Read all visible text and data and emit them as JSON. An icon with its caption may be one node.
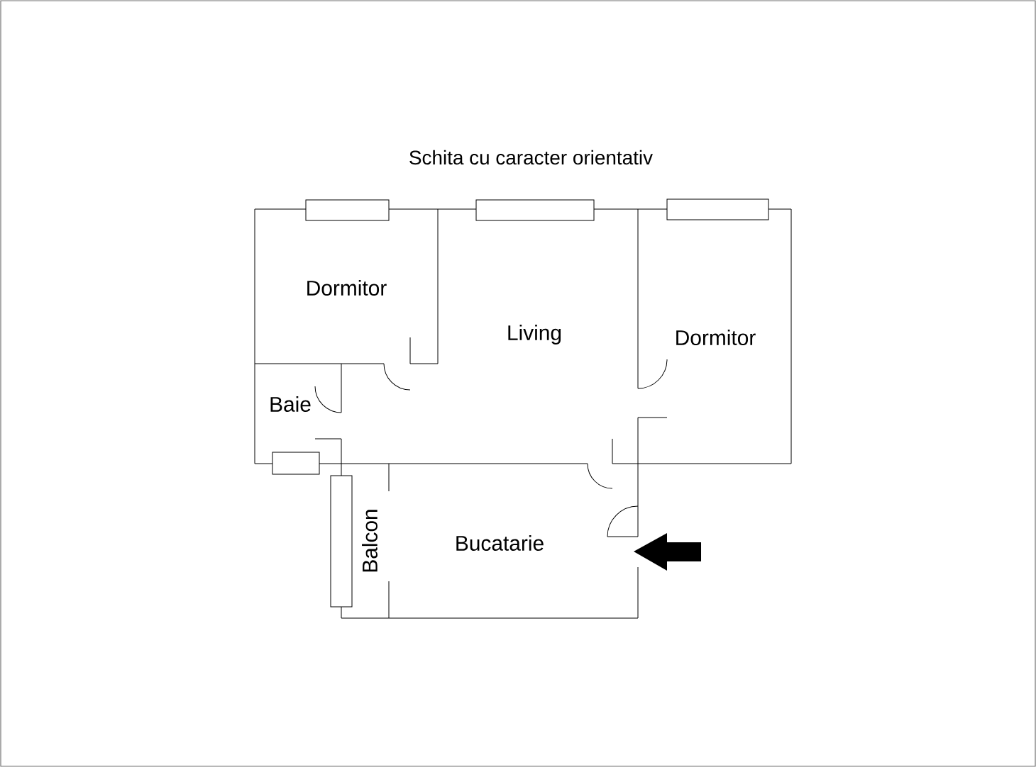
{
  "diagram": {
    "title": "Schita cu caracter orientativ",
    "labels": [
      "Dormitor",
      "Living",
      "Dormitor",
      "Baie",
      "Balcon",
      "Bucatarie"
    ]
  }
}
